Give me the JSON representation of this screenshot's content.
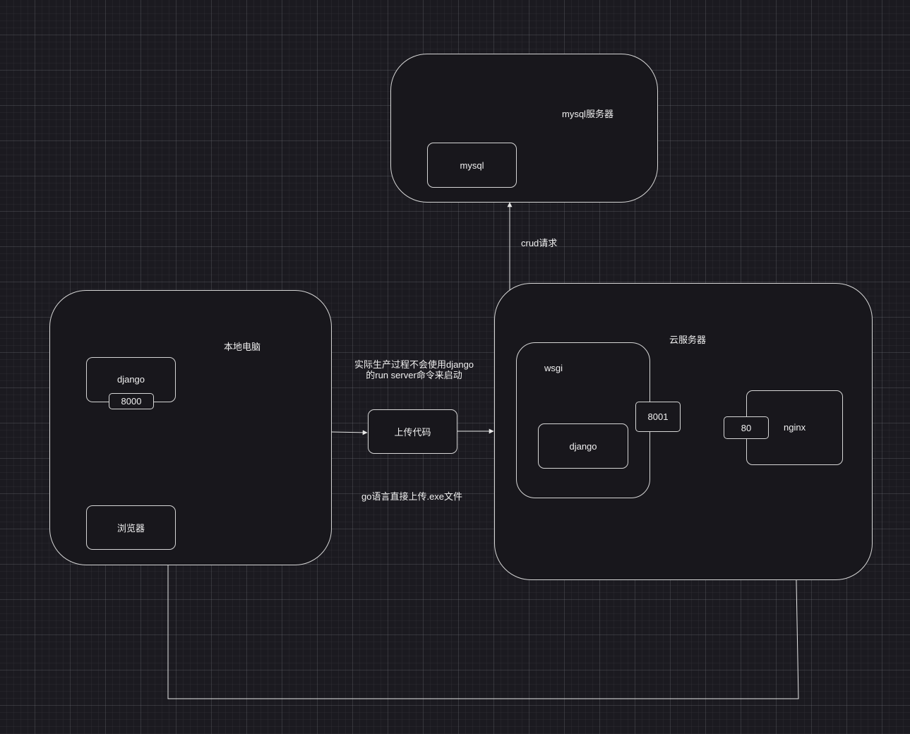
{
  "diagram": {
    "local_pc": {
      "title": "本地电脑",
      "django_label": "django",
      "django_port": "8000",
      "browser_label": "浏览器"
    },
    "upload": {
      "label": "上传代码",
      "note_top_line1": "实际生产过程不会使用django",
      "note_top_line2": "的run server命令来启动",
      "note_bottom": "go语言直接上传.exe文件"
    },
    "mysql_server": {
      "title": "mysql服务器",
      "mysql_label": "mysql"
    },
    "crud_label": "crud请求",
    "cloud_server": {
      "title": "云服务器",
      "wsgi_label": "wsgi",
      "django_label": "django",
      "wsgi_port": "8001",
      "nginx_port": "80",
      "nginx_label": "nginx"
    },
    "colors": {
      "background": "#1b1a20",
      "stroke": "#d6d6d6",
      "text": "#f0f0f0"
    }
  }
}
